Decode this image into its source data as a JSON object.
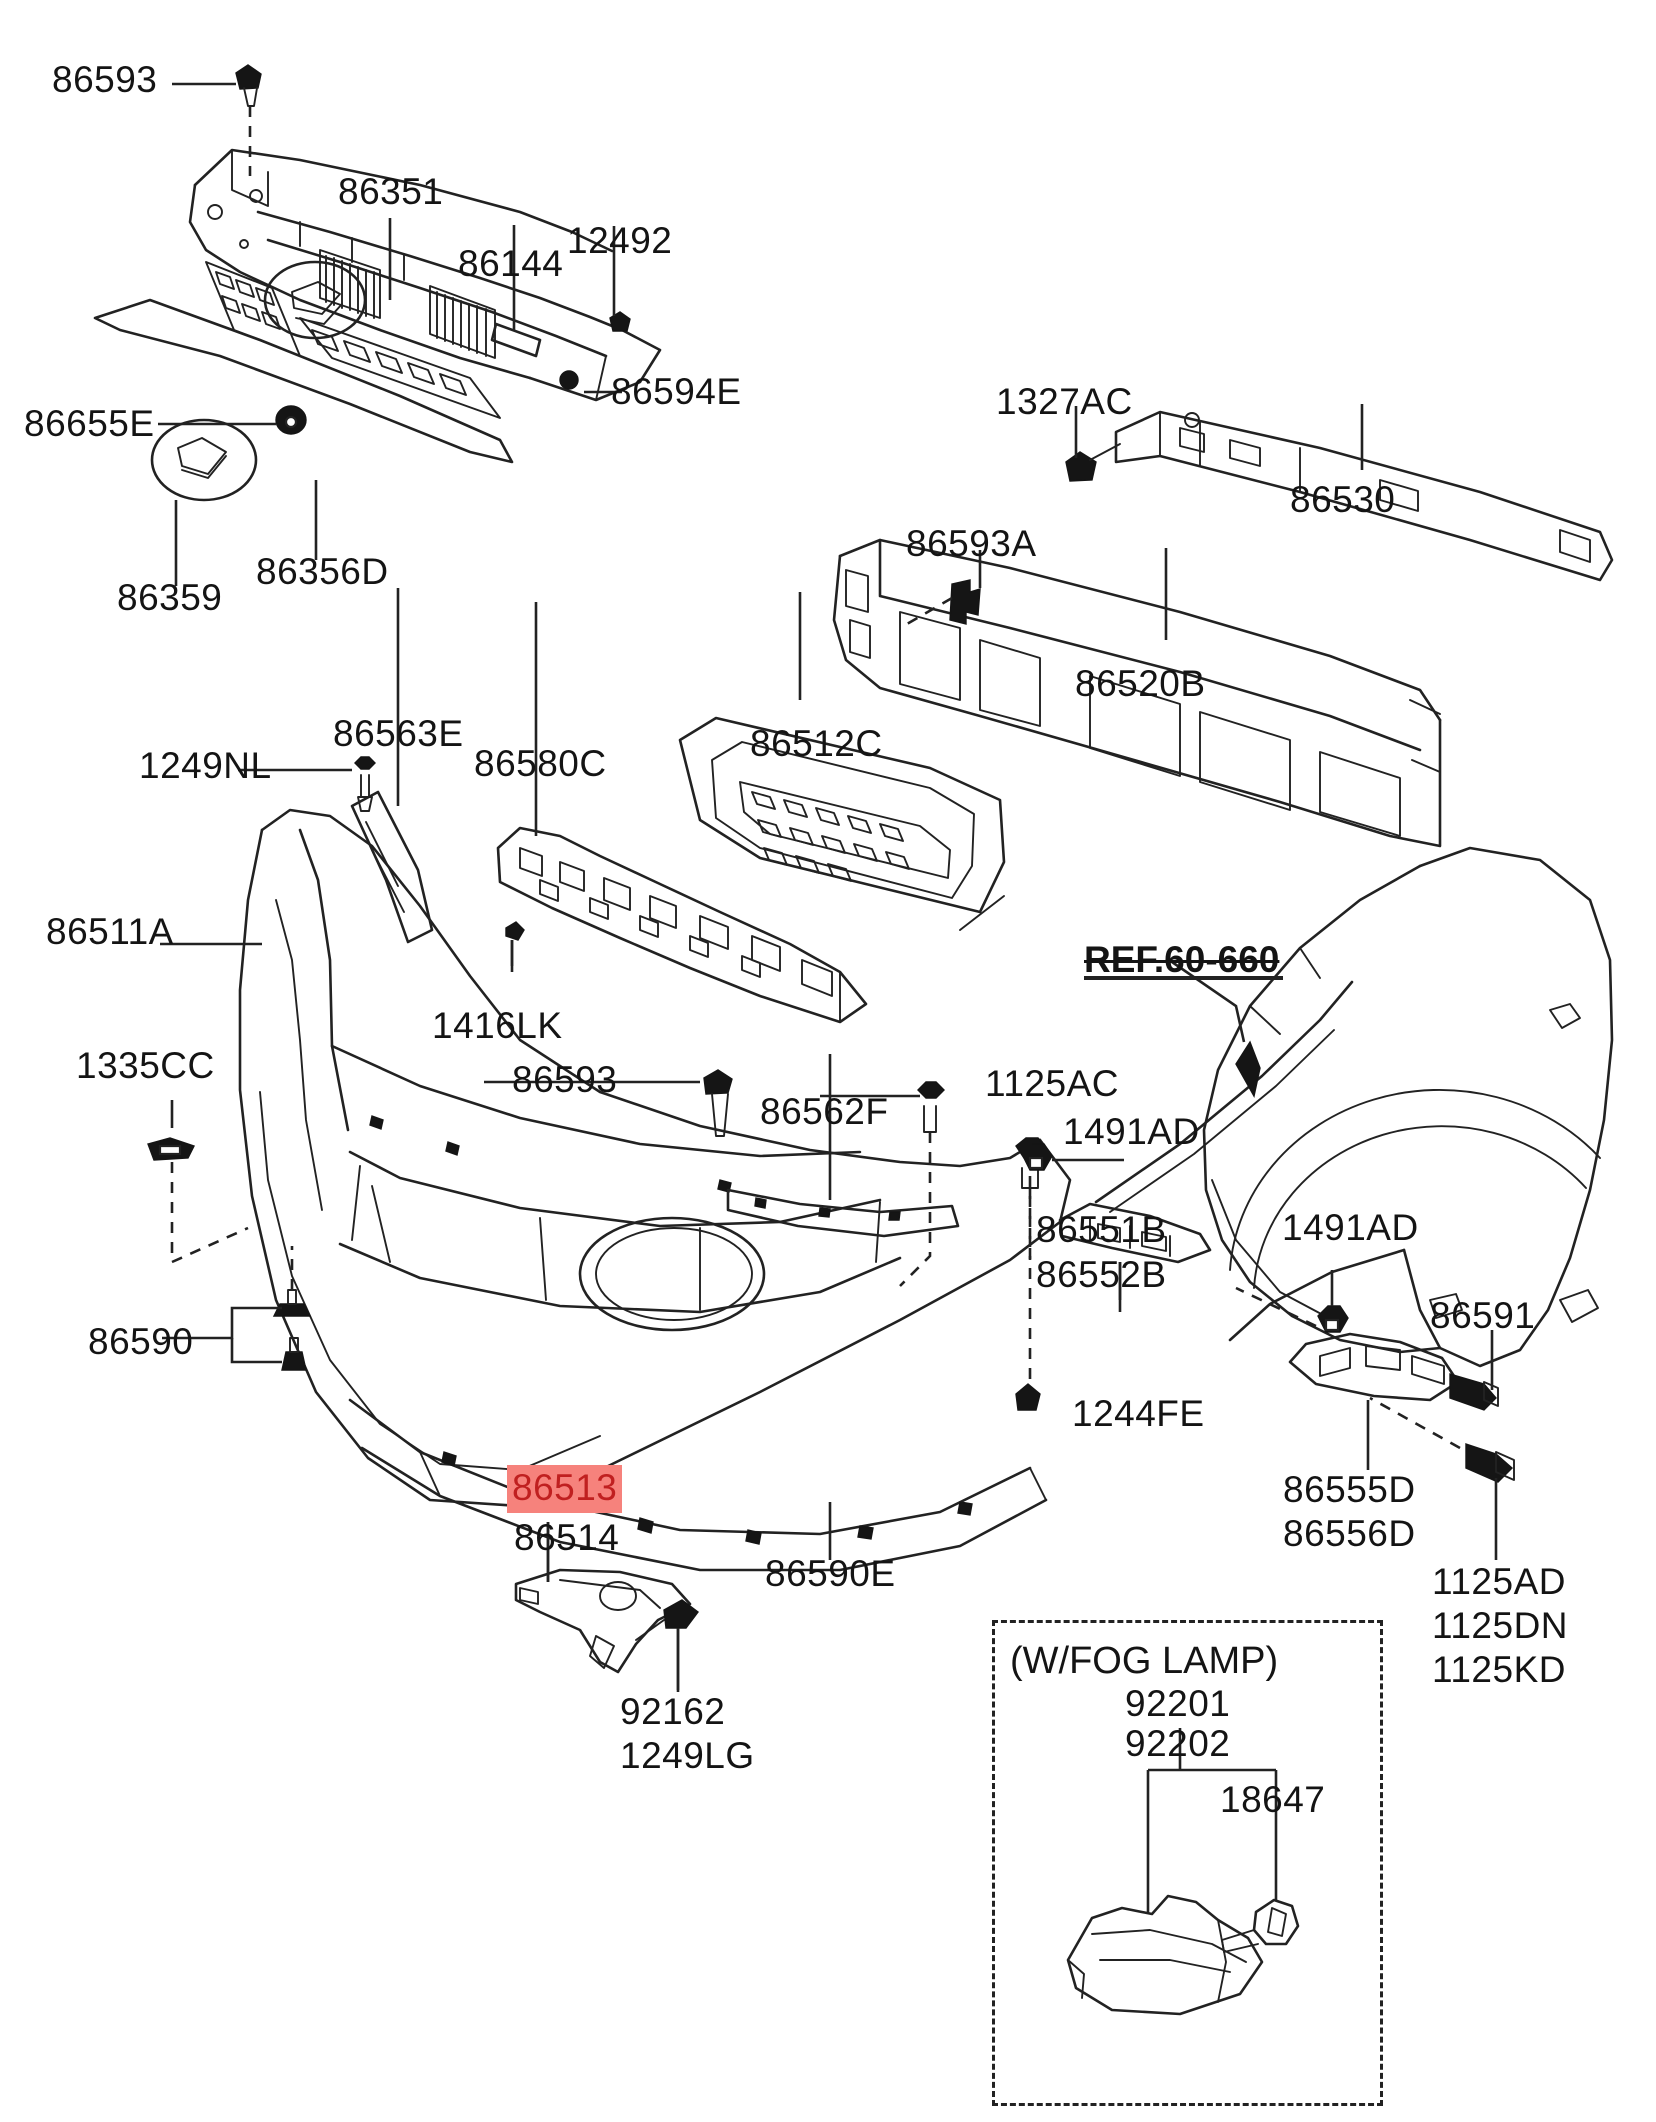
{
  "diagram": {
    "title": "Front Bumper Parts Exploded Diagram",
    "highlight_color": "#f6827c",
    "highlight_text_color": "#c02020",
    "line_color": "#222222",
    "background_color": "#ffffff"
  },
  "labels": {
    "l_86593_top": "86593",
    "l_86351": "86351",
    "l_86144": "86144",
    "l_12492": "12492",
    "l_86594E": "86594E",
    "l_86655E": "86655E",
    "l_86359": "86359",
    "l_86356D": "86356D",
    "l_1327AC": "1327AC",
    "l_86593A": "86593A",
    "l_86530": "86530",
    "l_86520B": "86520B",
    "l_1249NL": "1249NL",
    "l_86563E": "86563E",
    "l_86580C": "86580C",
    "l_86512C": "86512C",
    "l_86511A": "86511A",
    "l_1416LK": "1416LK",
    "l_1335CC": "1335CC",
    "l_86593_mid": "86593",
    "l_86562F": "86562F",
    "l_1125AC": "1125AC",
    "l_ref": "REF.60-660",
    "l_1491AD_top": "1491AD",
    "l_86551B": "86551B",
    "l_86552B": "86552B",
    "l_1491AD_bot": "1491AD",
    "l_86591": "86591",
    "l_86590": "86590",
    "l_1244FE": "1244FE",
    "l_86555D": "86555D",
    "l_86556D": "86556D",
    "l_1125AD": "1125AD",
    "l_1125DN": "1125DN",
    "l_1125KD": "1125KD",
    "l_86513": "86513",
    "l_86514": "86514",
    "l_86590E": "86590E",
    "l_92162": "92162",
    "l_1249LG": "1249LG",
    "l_fogbox_title": "(W/FOG LAMP)",
    "l_92201": "92201",
    "l_92202": "92202",
    "l_18647": "18647"
  }
}
